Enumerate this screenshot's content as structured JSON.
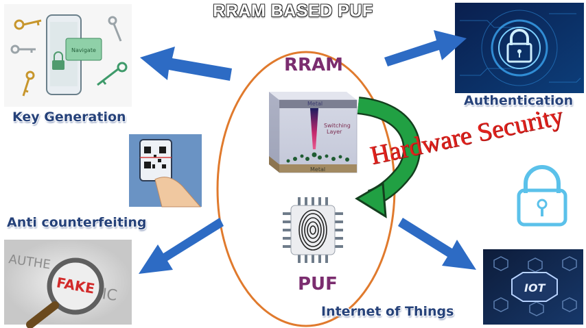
{
  "title": "RRAM BASED PUF",
  "center": {
    "top_label": "RRAM",
    "bottom_label": "PUF",
    "layer_top": "Metal",
    "layer_middle_1": "Switching",
    "layer_middle_2": "Layer",
    "layer_bottom": "Metal"
  },
  "hardware_security": "Hardware Security",
  "applications": {
    "key_generation": "Key Generation",
    "authentication": "Authentication",
    "anti_counterfeiting": "Anti counterfeiting",
    "internet_of_things": "Internet of Things"
  },
  "image_text": {
    "phone_tag": "Navigate",
    "authentic_text": "AUTHE",
    "authentic_end": "IC",
    "fake": "FAKE",
    "iot": "IOT"
  },
  "colors": {
    "arrow_blue": "#2d6bc4",
    "ellipse_orange": "#e07a2d",
    "curve_arrow_green": "#1e9a3c",
    "center_text_purple": "#7b2d6f",
    "label_navy": "#26427a",
    "hardware_red": "#e0221d"
  }
}
